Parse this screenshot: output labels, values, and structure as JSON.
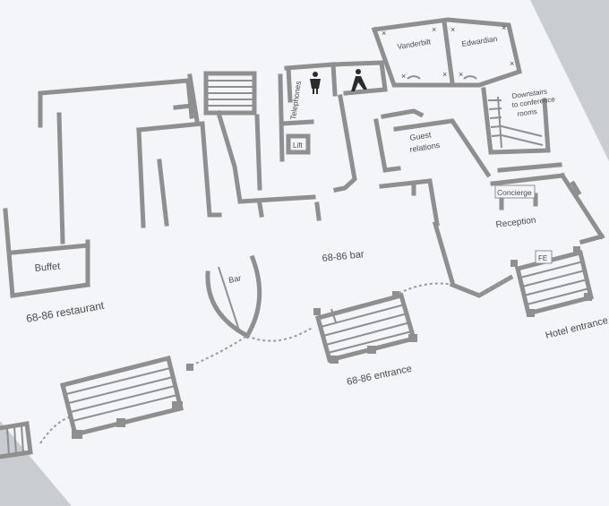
{
  "labels": {
    "vanderbilt": "Vanderbilt",
    "edwardian": "Edwardian",
    "downstairs_1": "Downstairs",
    "downstairs_2": "to conference",
    "downstairs_3": "rooms",
    "telephones": "Telephones",
    "lift": "Lift",
    "guest_1": "Guest",
    "guest_2": "relations",
    "concierge": "Concierge",
    "reception": "Reception",
    "bar_main": "68-86 bar",
    "bar": "Bar",
    "buffet": "Buffet",
    "restaurant": "68-86 restaurant",
    "entrance_6886": "68-86 entrance",
    "fe": "FE",
    "hotel_entrance": "Hotel entrance"
  },
  "icons": {
    "toilet_female": "female-toilet-icon",
    "toilet_male": "male-toilet-icon"
  },
  "colors": {
    "paper": "#f4f5f8",
    "background": "#c9ccd1",
    "wall": "#8f8f8f",
    "text": "#4a4a4a"
  }
}
